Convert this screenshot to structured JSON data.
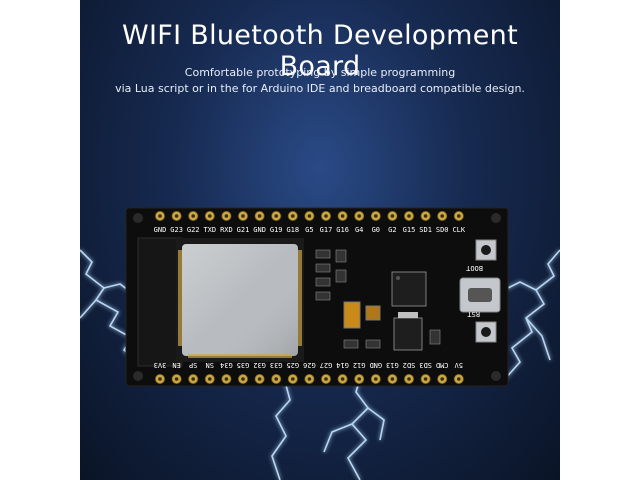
{
  "header": {
    "title": "WIFI Bluetooth Development Board",
    "subtitle_line1": "Comfortable prototyping by simple programming",
    "subtitle_line2": "via Lua script or in the for Arduino IDE and breadboard compatible design."
  },
  "board": {
    "top_pins": [
      "GND",
      "G23",
      "G22",
      "TXD",
      "RXD",
      "G21",
      "GND",
      "G19",
      "G18",
      "G5",
      "G17",
      "G16",
      "G4",
      "G0",
      "G2",
      "G15",
      "SD1",
      "SD0",
      "CLK"
    ],
    "bottom_pins": [
      "3V3",
      "EN",
      "SP",
      "SN",
      "G34",
      "G35",
      "G32",
      "G33",
      "G25",
      "G26",
      "G27",
      "G14",
      "G12",
      "GND",
      "G13",
      "SD2",
      "SD3",
      "CMD",
      "5V"
    ],
    "button_boot": "BOOT",
    "button_rst": "RST"
  },
  "colors": {
    "background_top": "#2a4a86",
    "background_bottom": "#0a1426",
    "pcb": "#0d0d0d",
    "module_shield": "#b8bcc0",
    "pins": "#c9a646",
    "lightning": "#9fd0ff"
  }
}
